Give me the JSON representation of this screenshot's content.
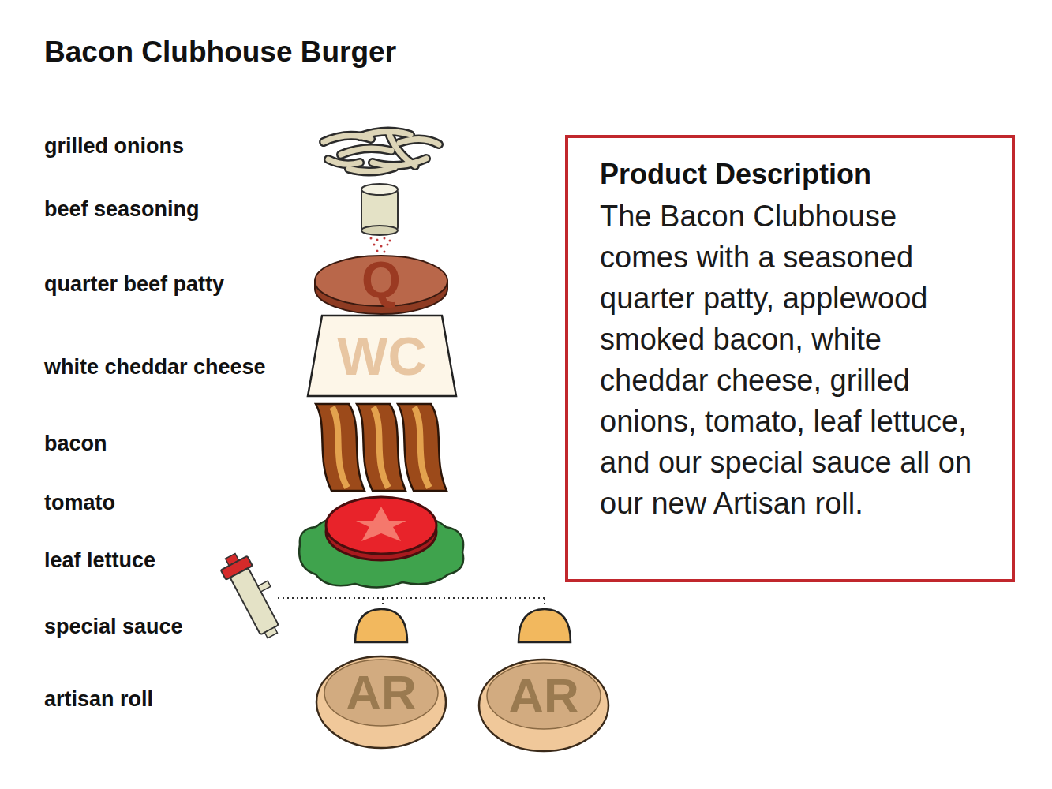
{
  "diagram": {
    "title": "Bacon Clubhouse Burger",
    "nodes": [
      {
        "text": [
          "Q"
        ]
      },
      {
        "text": [
          "WC"
        ]
      },
      {
        "text": [
          "AR"
        ]
      },
      {
        "text": [
          "AR"
        ]
      },
      {
        "text": [
          "Product Description",
          "The Bacon Clubhouse comes with a seasoned quarter patty, applewood smoked bacon, white cheddar cheese, grilled onions, tomato, leaf lettuce, and our special sauce all on our new Artisan roll."
        ]
      }
    ],
    "labels": [
      "grilled onions",
      "beef seasoning",
      "quarter beef patty",
      "white cheddar cheese",
      "bacon",
      "tomato",
      "leaf lettuce",
      "special sauce",
      "artisan roll"
    ]
  }
}
